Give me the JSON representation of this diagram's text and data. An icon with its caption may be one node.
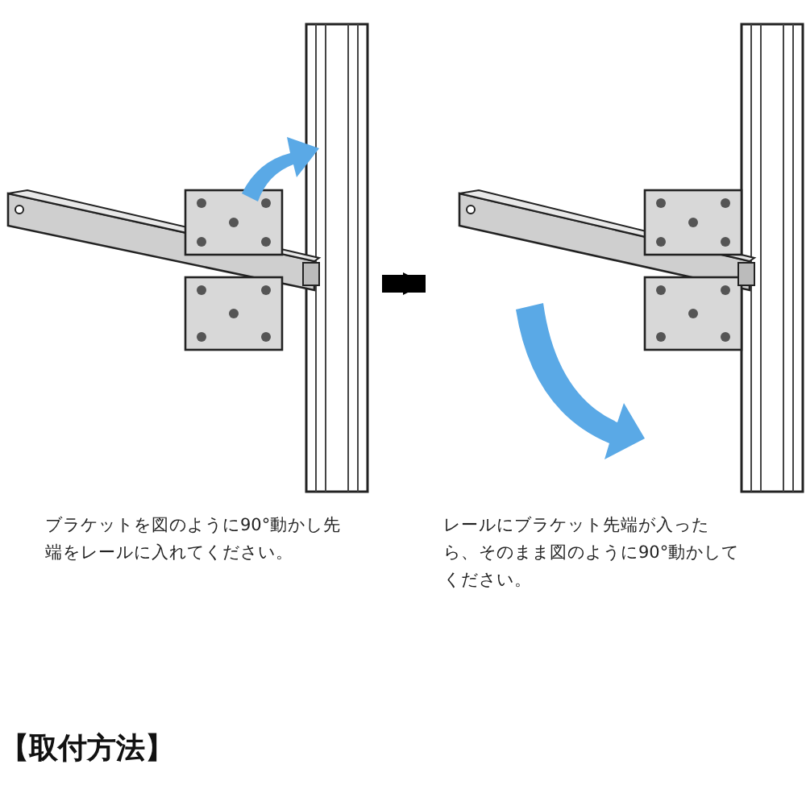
{
  "diagram": {
    "title": "【取付方法】",
    "nodes": [
      {
        "text": [
          "ブラケットを図のように90°動かし先端をレールに入れてください。"
        ]
      },
      {
        "text": [
          "レールにブラケット先端が入ったら、そのまま図のように90°動かしてください。"
        ]
      }
    ],
    "edges": [
      {
        "from": 0,
        "to": 1,
        "arrow": "to"
      }
    ]
  }
}
